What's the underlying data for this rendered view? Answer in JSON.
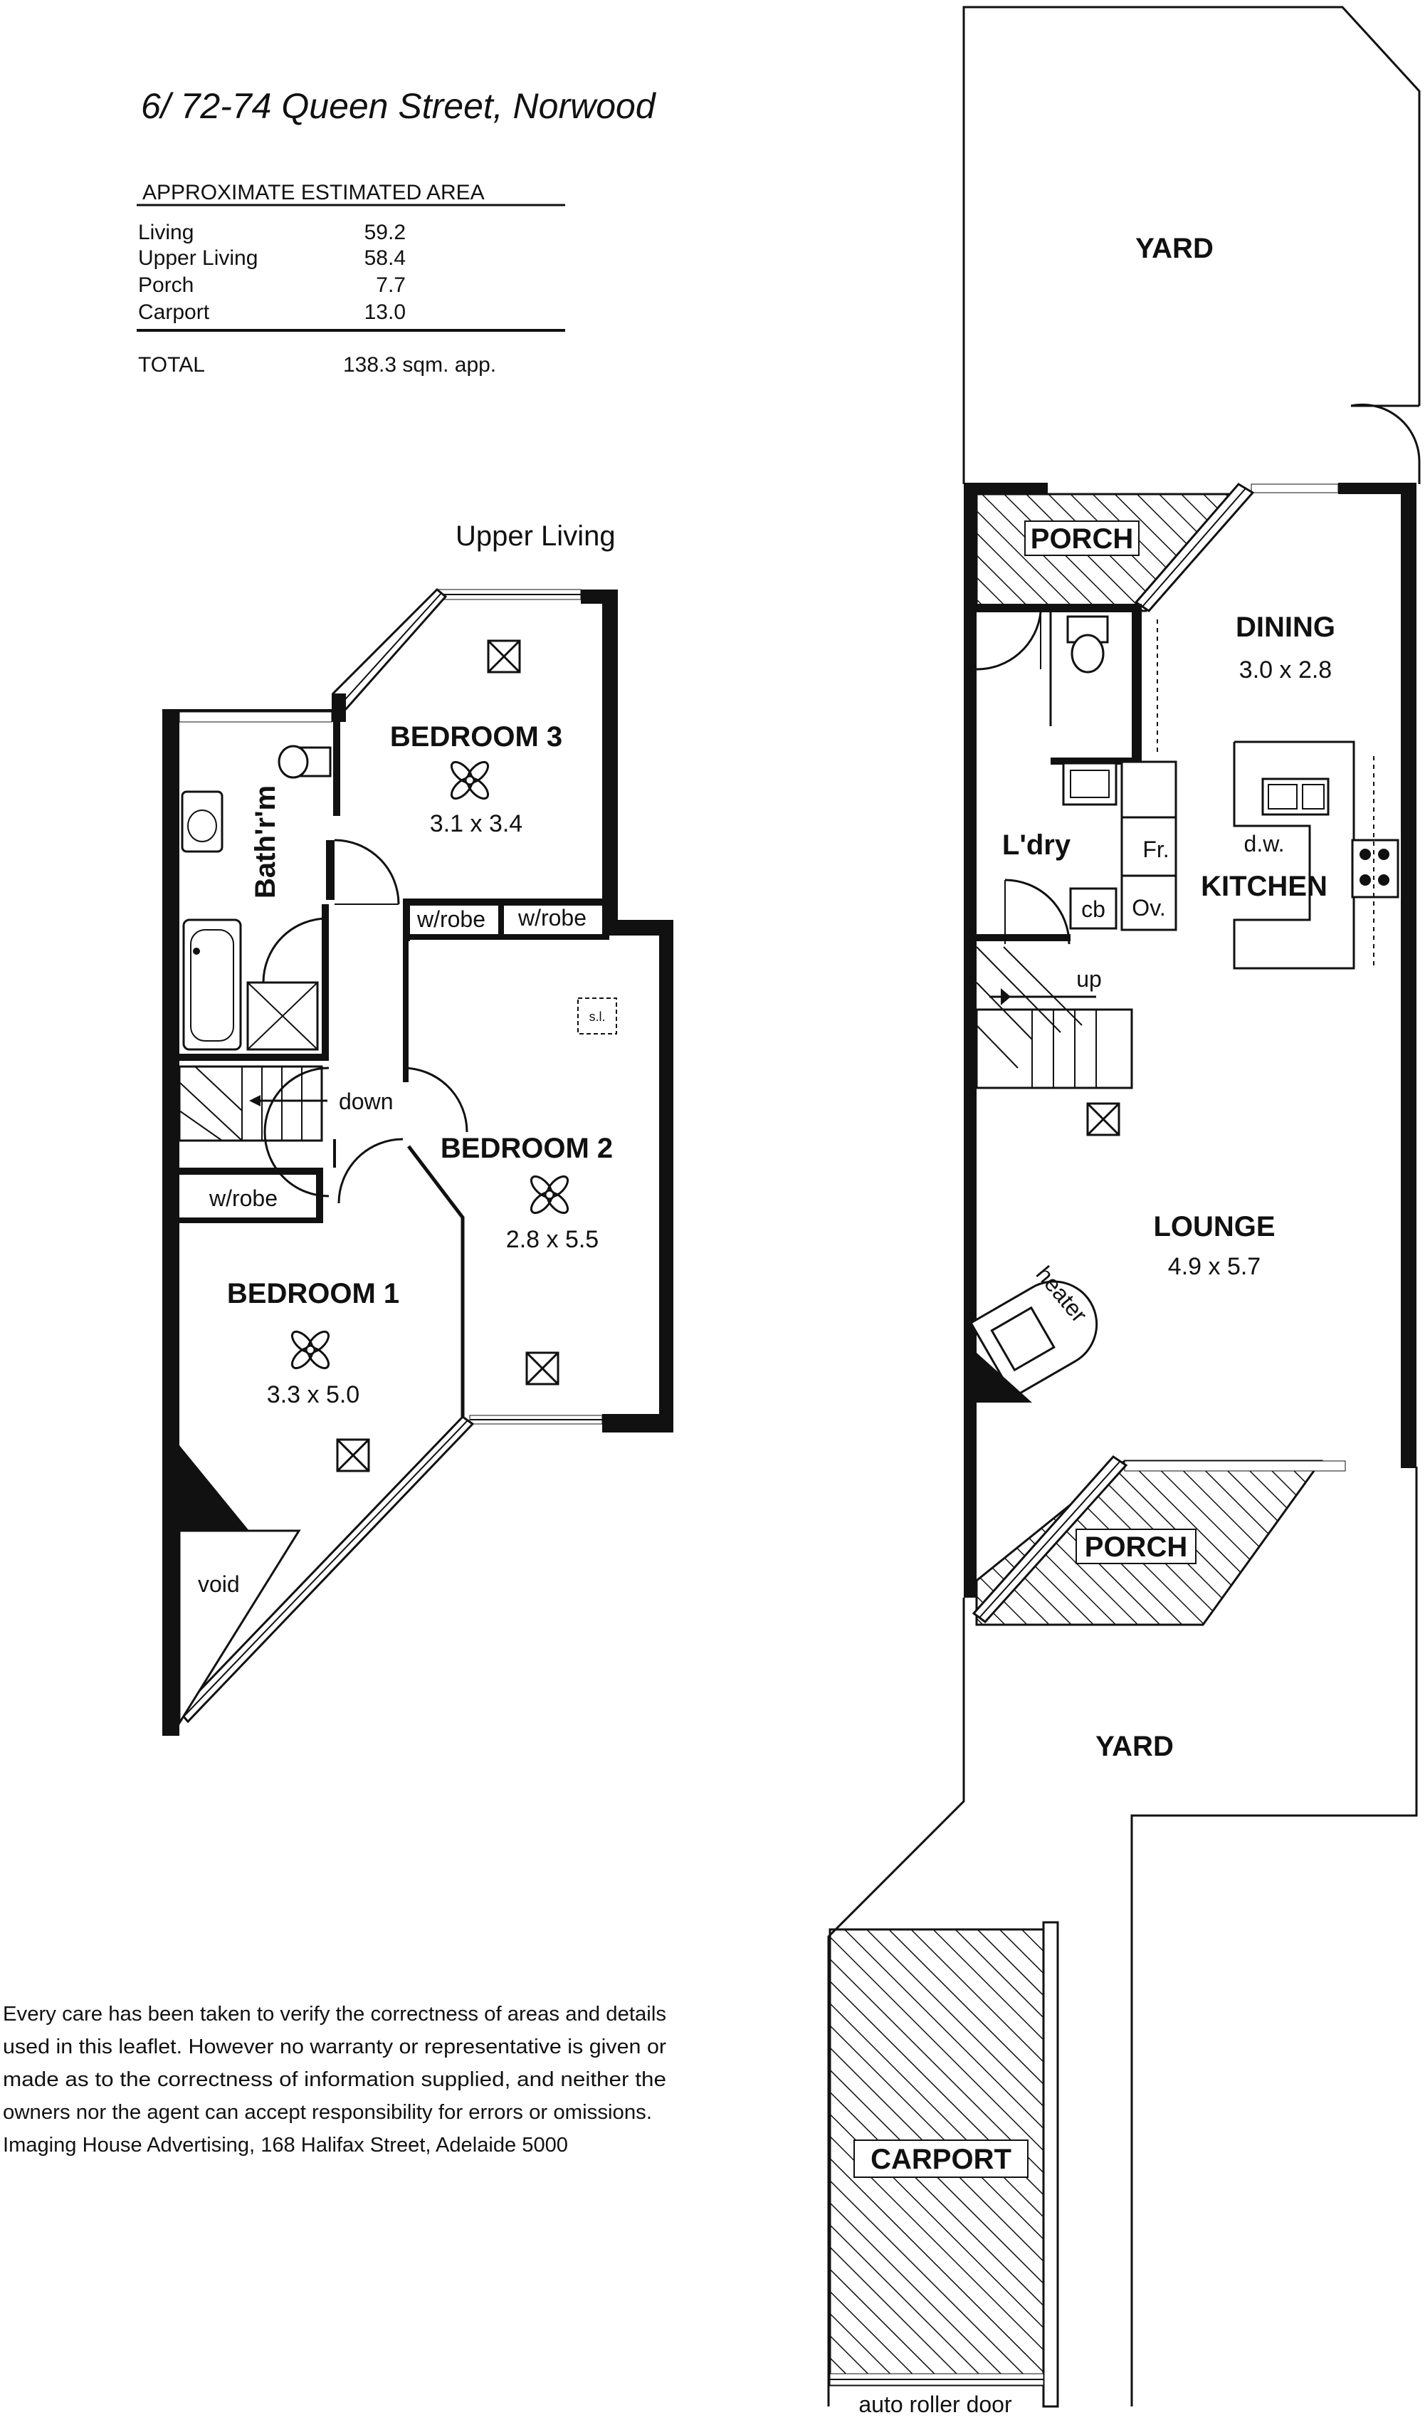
{
  "header": {
    "title": "6/ 72-74 Queen Street, Norwood",
    "area_heading": "APPROXIMATE ESTIMATED AREA",
    "areas": [
      {
        "label": "Living",
        "value": "59.2"
      },
      {
        "label": "Upper Living",
        "value": "58.4"
      },
      {
        "label": "Porch",
        "value": "7.7"
      },
      {
        "label": "Carport",
        "value": "13.0"
      }
    ],
    "total_label": "TOTAL",
    "total_value": "138.3 sqm. app."
  },
  "upper": {
    "heading": "Upper Living",
    "bedroom3": {
      "name": "BEDROOM 3",
      "dims": "3.1 x 3.4"
    },
    "bedroom2": {
      "name": "BEDROOM 2",
      "dims": "2.8 x 5.5"
    },
    "bedroom1": {
      "name": "BEDROOM 1",
      "dims": "3.3 x 5.0"
    },
    "bathroom": "Bath'r'm",
    "wrobe1": "w/robe",
    "wrobe2": "w/robe",
    "wrobe3": "w/robe",
    "down": "down",
    "void": "void",
    "skylight": "s.l."
  },
  "lower": {
    "yard_top": "YARD",
    "porch_top": "PORCH",
    "dining": {
      "name": "DINING",
      "dims": "3.0 x 2.8"
    },
    "laundry": "L'dry",
    "fridge": "Fr.",
    "dishwasher": "d.w.",
    "kitchen": "KITCHEN",
    "cupboard": "cb",
    "oven": "Ov.",
    "up": "up",
    "lounge": {
      "name": "LOUNGE",
      "dims": "4.9 x 5.7"
    },
    "heater": "heater",
    "porch_bottom": "PORCH",
    "yard_bottom": "YARD",
    "carport": "CARPORT",
    "roller_door": "auto roller door"
  },
  "disclaimer": [
    "Every care has been taken to verify the correctness of areas and details",
    "used in this leaflet.  However no warranty or representative is given or",
    "made as to the correctness of information supplied, and neither the",
    "owners nor the agent can accept responsibility for errors or omissions.",
    "Imaging House Advertising, 168 Halifax Street, Adelaide 5000"
  ]
}
